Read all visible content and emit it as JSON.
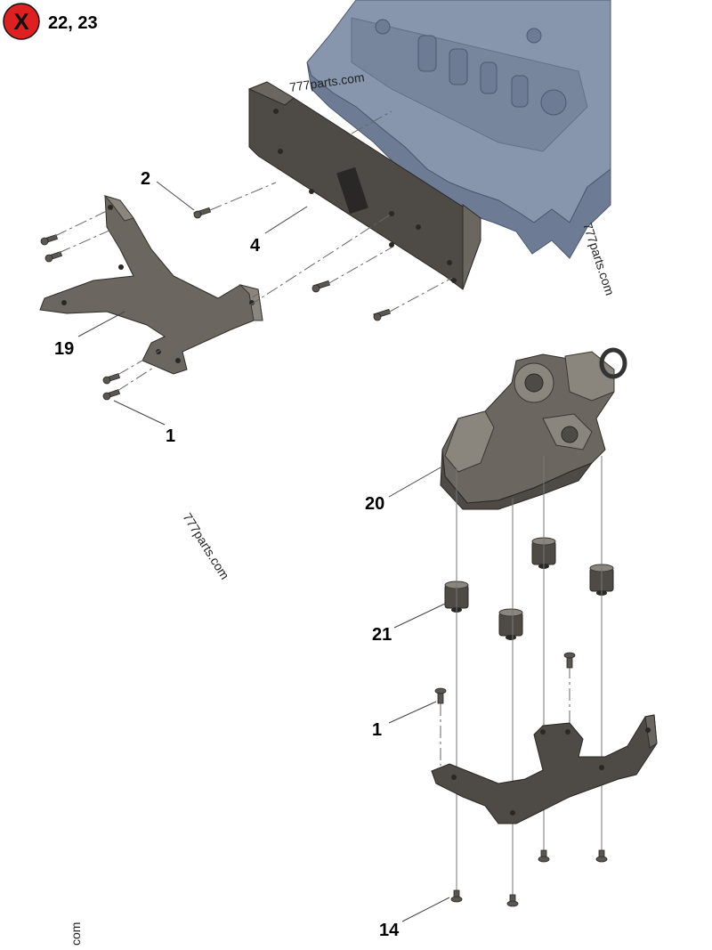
{
  "header": {
    "badge_letter": "X",
    "badge_text": "22, 23",
    "badge_color": "#e02020"
  },
  "callouts": {
    "c1_top": "1",
    "c2": "2",
    "c4": "4",
    "c19": "19",
    "c20": "20",
    "c21": "21",
    "c1_bottom": "1",
    "c14": "14"
  },
  "watermarks": {
    "top": "777parts.com",
    "right": "777parts.com",
    "middle": "777parts.com",
    "bottom_left": "com"
  }
}
